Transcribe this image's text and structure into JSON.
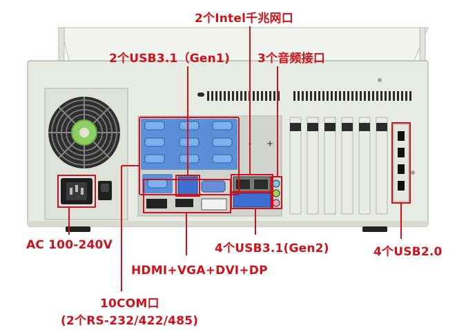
{
  "labels": {
    "intel_lan": "2个Intel千兆网口",
    "usb31_gen1": "2个USB3.1（Gen1)",
    "audio": "3个音频接口",
    "ac_power": "AC 100-240V",
    "usb31_gen2": "4个USB3.1(Gen2)",
    "usb20": "4个USB2.0",
    "video": "HDMI+VGA+DVI+DP",
    "com_title": "10COM口",
    "com_detail": "(2个RS-232/422/485)"
  },
  "colors": {
    "accent": "#d2101a",
    "chassis": "#e6ebe3",
    "io_panel": "#cfd4cc",
    "com_block": "#5b8fd6"
  },
  "icons": {
    "fan": "psu-fan-icon",
    "power_socket": "ac-inlet-icon",
    "power_switch": "rocker-switch-icon"
  }
}
